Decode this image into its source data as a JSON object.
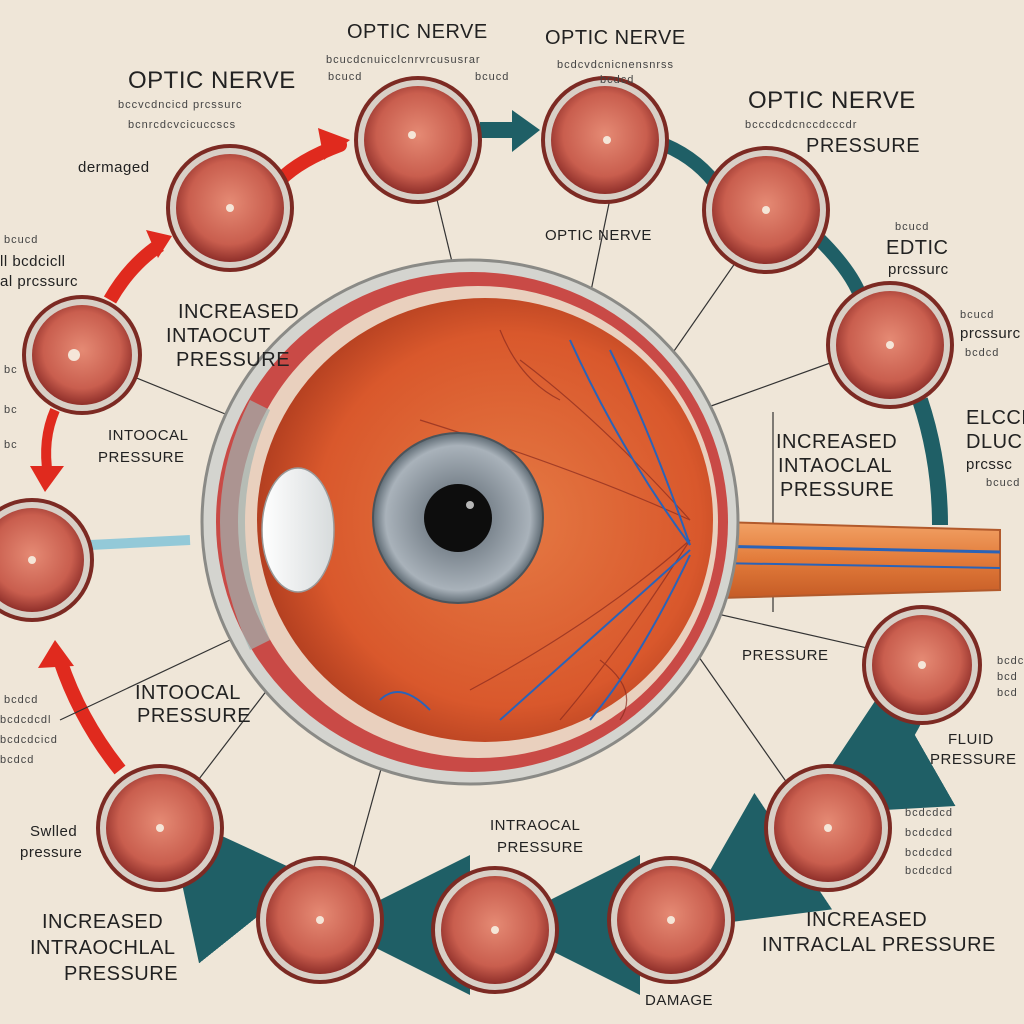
{
  "labels": {
    "optic_nerve_top_left": "OPTIC NERVE",
    "optic_nerve_top_left_sub1": "bccvcdncicd prcssurc",
    "optic_nerve_top_left_sub2": "bcnrcdcvcicuccscs",
    "optic_nerve_top_center": "OPTIC NERVE",
    "optic_nerve_top_center_sub1": "bcucdcnuicclcnrvrcususrar",
    "optic_nerve_top_center_sub2a": "bcucd",
    "optic_nerve_top_center_sub2b": "bcucd",
    "optic_nerve_top_center2": "OPTIC NERVE",
    "optic_nerve_top_center2_sub1": "bcdcvdcnicnensnrss",
    "optic_nerve_top_center2_sub2": "bcdcd",
    "optic_nerve_top_right": "OPTIC NERVE",
    "optic_nerve_top_right_sub1": "bcccdcdcnccdcccdr",
    "optic_nerve_top_right_sub2": "PRESSURE",
    "damaged": "dermaged",
    "left_side_1": "bcucd",
    "left_side_2": "ll bcdcicll",
    "left_side_3": "al prcssurc",
    "left_side_4a": "bc",
    "left_side_4b": "bc",
    "left_side_4c": "bc",
    "increased_intraocular_left_1": "INCREASED",
    "increased_intraocular_left_2": "INTAOCUT",
    "increased_intraocular_left_3": "PRESSURE",
    "optic_nerve_middle": "OPTIC NERVE",
    "intraocular_left": "INTOOCAL",
    "intraocular_left_2": "PRESSURE",
    "right_upper_1": "bcucd",
    "right_upper_2": "EDTIC",
    "right_upper_3": "prcssurc",
    "right_mid_1": "bcucd",
    "right_mid_2": "prcssurc",
    "right_mid_3": "bcdcd",
    "right_far_1": "ELCCdI",
    "right_far_2": "DLUCI",
    "right_far_3": "prcssc",
    "right_far_4": "bcucd",
    "increased_intraocular_right_1": "INCREASED",
    "increased_intraocular_right_2": "INTAOCLAL",
    "increased_intraocular_right_3": "PRESSURE",
    "pressure_right_center": "PRESSURE",
    "right_lower_a": "bcdcd",
    "right_lower_b": "bcd",
    "right_lower_c": "bcd",
    "fluid_pressure_1": "FLUID",
    "fluid_pressure_2": "PRESSURE",
    "left_lower_1": "bcdcd",
    "left_lower_2": "bcdcdcdl",
    "left_lower_3": "bcdcdcicd",
    "left_lower_4": "bcdcd",
    "intraocular_center_left_1": "INTOOCAL",
    "intraocular_center_left_2": "PRESSURE",
    "swelled_pressure_1": "Swlled",
    "swelled_pressure_2": "pressure",
    "intraocular_bottom_center_1": "INTRAOCAL",
    "intraocular_bottom_center_2": "PRESSURE",
    "right_bottom_a": "bcdcdcd",
    "right_bottom_b": "bcdcdcd",
    "right_bottom_c": "bcdcdcd",
    "right_bottom_d": "bcdcdcd",
    "increased_bottom_left_1": "INCREASED",
    "increased_bottom_left_2": "INTRAOCHLAL",
    "increased_bottom_left_3": "PRESSURE",
    "increased_bottom_right_1": "INCREASED",
    "increased_bottom_right_2": "INTRACLAL PRESSURE",
    "damage": "DAMAGE"
  },
  "colors": {
    "background": "#efe6d8",
    "arrow_red": "#e02a1e",
    "arrow_teal": "#1f5f66",
    "eye_interior": "#d9582c",
    "retina_disc": "#c95e4e",
    "vessel_blue": "#2a63b8",
    "optic_nerve_orange": "#e27b3a"
  },
  "icons": {
    "retina_disc": "fundus-disc-icon",
    "eyeball": "eyeball-cross-section-icon",
    "arrow": "cycle-arrow-icon"
  }
}
